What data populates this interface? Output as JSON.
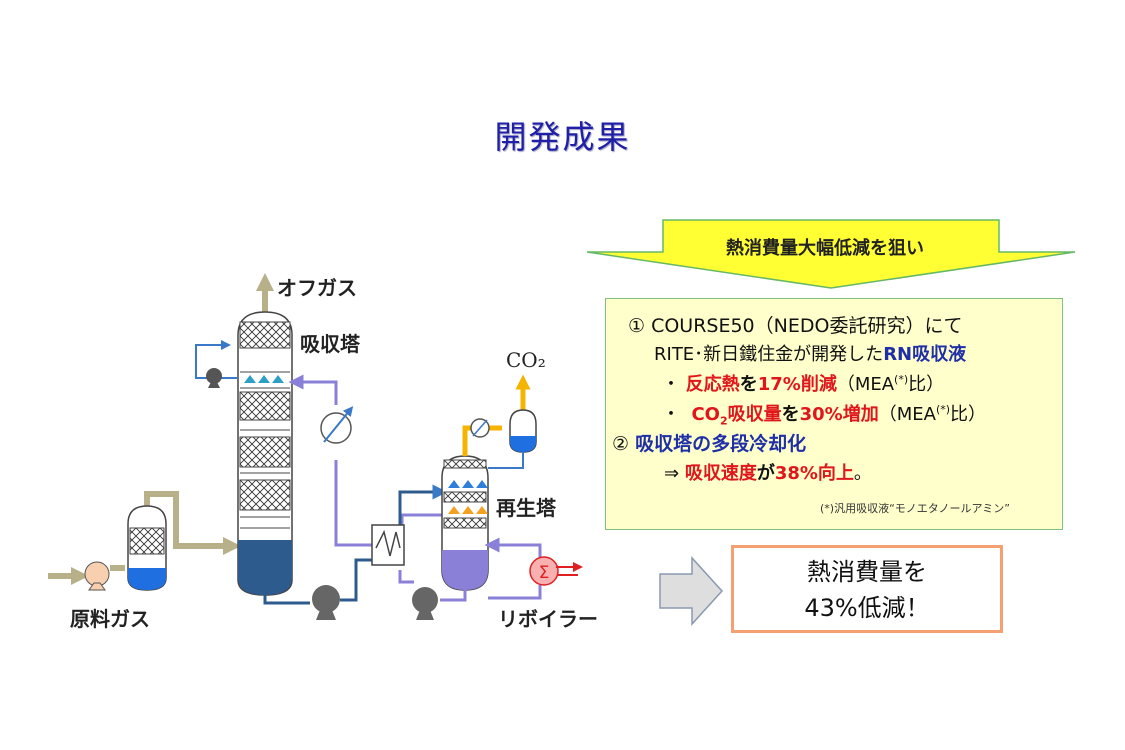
{
  "title": "開発成果",
  "diagram": {
    "labels": {
      "off_gas": "オフガス",
      "absorber": "吸収塔",
      "co2": "CO₂",
      "regenerator": "再生塔",
      "feed_gas": "原料ガス",
      "reboiler": "リボイラー"
    }
  },
  "goal_banner": "熱消費量大幅低減を狙い",
  "results": {
    "line1": "① COURSE50（NEDO委託研究）にて",
    "line2_prefix": "RITE･新日鐵住金が開発した",
    "line2_highlight": "RN吸収液",
    "line3_bullet": "・",
    "line3_red1": "反応熱",
    "line3_mid": "を",
    "line3_red2": "17%削減",
    "line3_suffix": "（MEA",
    "line3_sup": "(*)",
    "line3_end": "比）",
    "line4_bullet": "・",
    "line4_co": "CO",
    "line4_sub": "2",
    "line4_red1": "吸収量",
    "line4_mid": "を",
    "line4_red2": "30%増加",
    "line4_suffix": "（MEA",
    "line4_sup": "(*)",
    "line4_end": "比）",
    "line5_num": "②",
    "line5_text": "吸収塔の多段冷却化",
    "line6_arrow": "⇒",
    "line6_red1": "吸収速度",
    "line6_mid": "が",
    "line6_red2": "38%向上",
    "line6_end": "。",
    "footnote": "(*)汎用吸収液“モノエタノールアミン”"
  },
  "conclusion": {
    "line1": "熱消費量を",
    "line2": "43%低減！"
  },
  "colors": {
    "title": "#1f1fa8",
    "highlight_blue": "#1f2fa8",
    "highlight_red": "#e0161b",
    "gas_pipe": "#b8b088",
    "liquid_pipe": "#8a80d8",
    "water_pipe": "#3a78c8",
    "co2_pipe": "#f4b400",
    "banner": "#ffff33",
    "result_box": "#ffffcc"
  }
}
